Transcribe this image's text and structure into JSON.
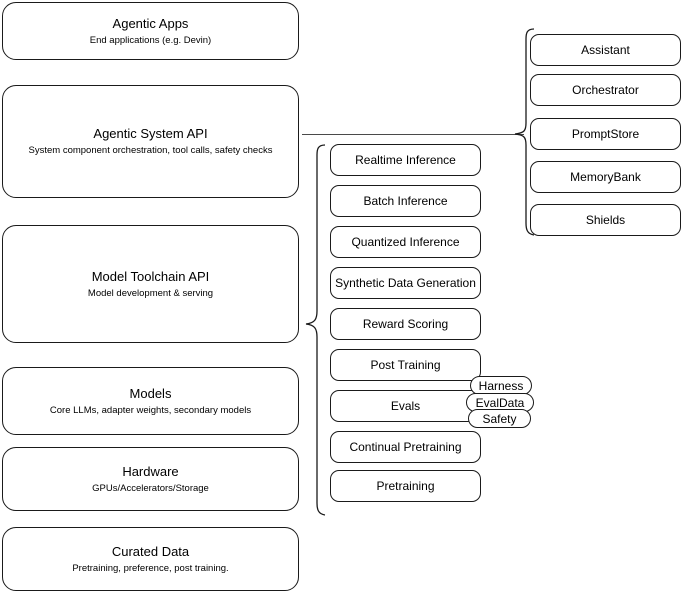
{
  "diagram": {
    "title": "AI Stack Architecture Diagram",
    "background_color": "#ffffff",
    "stroke_color": "#1a1a1a",
    "connector_color": "#4a4a4a"
  },
  "layers": [
    {
      "name": "agentic-apps",
      "title": "Agentic Apps",
      "subtitle": "End applications (e.g. Devin)"
    },
    {
      "name": "agentic-system-api",
      "title": "Agentic System API",
      "subtitle": "System component orchestration, tool calls, safety checks"
    },
    {
      "name": "model-toolchain-api",
      "title": "Model Toolchain API",
      "subtitle": "Model development & serving"
    },
    {
      "name": "models",
      "title": "Models",
      "subtitle": "Core LLMs, adapter weights, secondary models"
    },
    {
      "name": "hardware",
      "title": "Hardware",
      "subtitle": "GPUs/Accelerators/Storage"
    },
    {
      "name": "curated-data",
      "title": "Curated Data",
      "subtitle": "Pretraining, preference, post training."
    }
  ],
  "toolchain_items": [
    {
      "name": "realtime-inference",
      "label": "Realtime Inference"
    },
    {
      "name": "batch-inference",
      "label": "Batch Inference"
    },
    {
      "name": "quantized-inference",
      "label": "Quantized Inference"
    },
    {
      "name": "synthetic-data-generation",
      "label": "Synthetic Data Generation"
    },
    {
      "name": "reward-scoring",
      "label": "Reward Scoring"
    },
    {
      "name": "post-training",
      "label": "Post Training"
    },
    {
      "name": "evals",
      "label": "Evals"
    },
    {
      "name": "continual-pretraining",
      "label": "Continual Pretraining"
    },
    {
      "name": "pretraining",
      "label": "Pretraining"
    }
  ],
  "system_items": [
    {
      "name": "assistant",
      "label": "Assistant"
    },
    {
      "name": "orchestrator",
      "label": "Orchestrator"
    },
    {
      "name": "promptstore",
      "label": "PromptStore"
    },
    {
      "name": "memorybank",
      "label": "MemoryBank"
    },
    {
      "name": "shields",
      "label": "Shields"
    }
  ],
  "eval_badges": [
    {
      "name": "harness",
      "label": "Harness"
    },
    {
      "name": "evaldata",
      "label": "EvalData"
    },
    {
      "name": "safety",
      "label": "Safety"
    }
  ]
}
